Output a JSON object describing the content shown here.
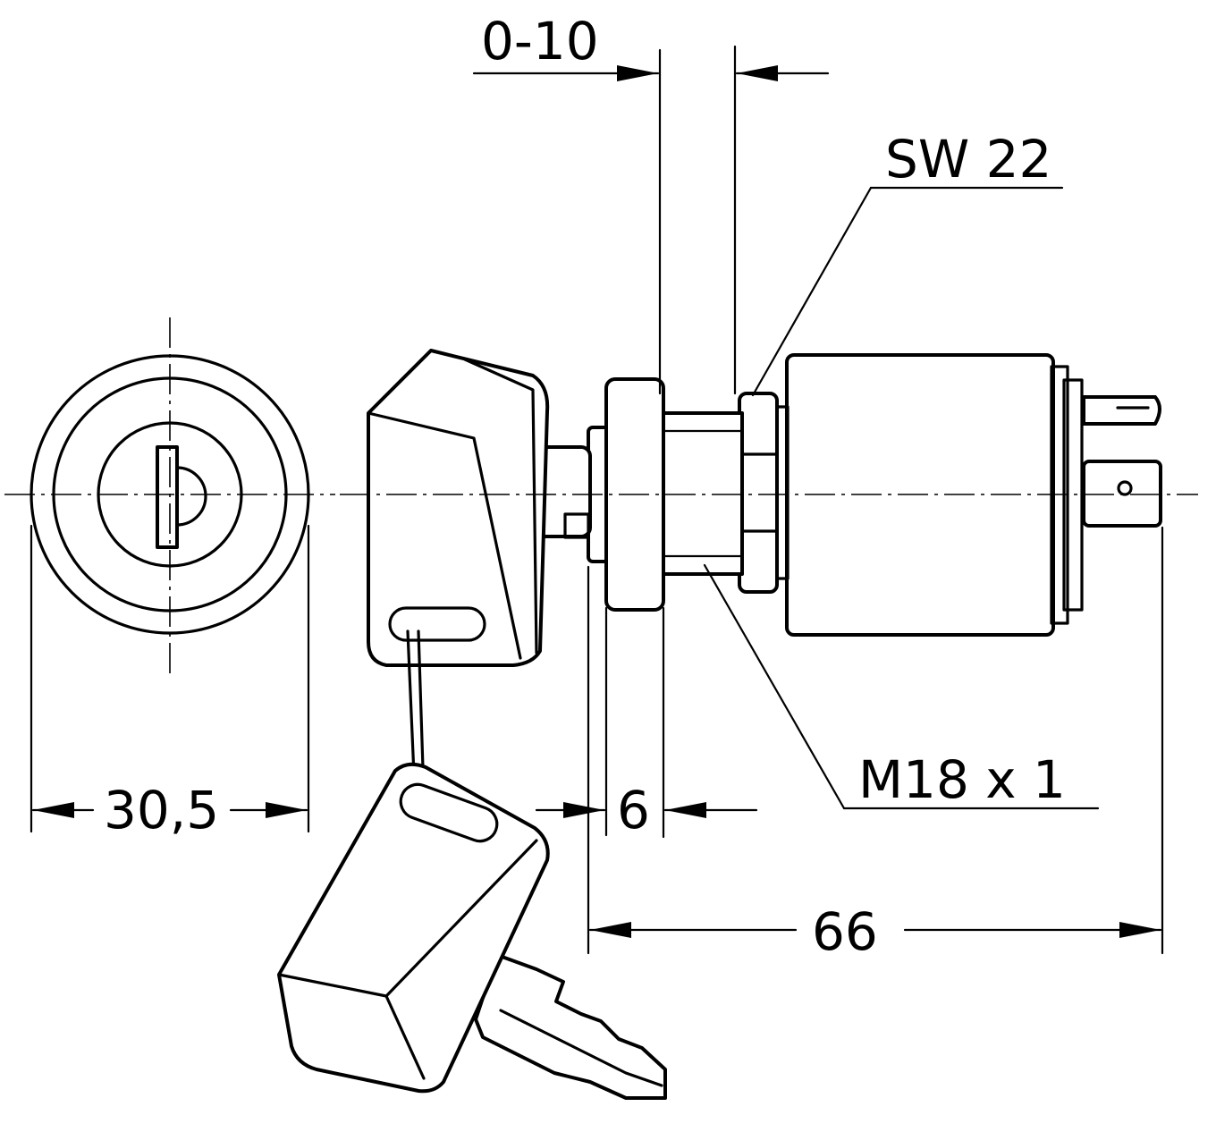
{
  "dimensions": {
    "gap": "0-10",
    "wrench": "SW 22",
    "thread": "M18 x 1",
    "diameter": "30,5",
    "bezel": "6",
    "length": "66"
  }
}
